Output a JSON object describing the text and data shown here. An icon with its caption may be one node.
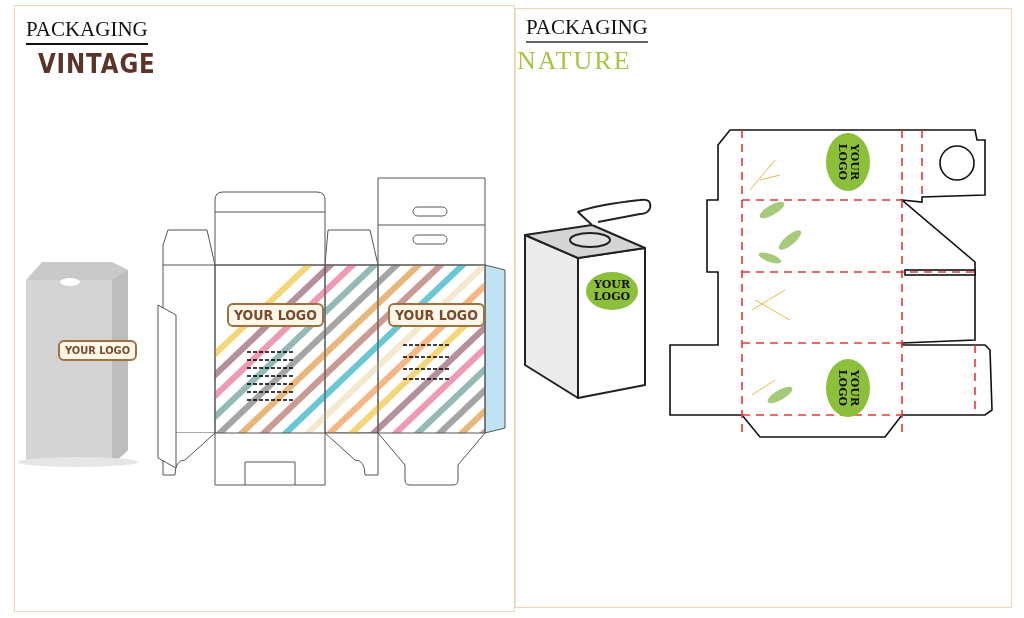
{
  "diagram": {
    "labels": [
      "PACKAGING",
      "VINTAGE",
      "YOUR LOGO",
      "YOUR LOGO",
      "YOUR LOGO",
      "PACKAGING",
      "NATURE",
      "YOUR LOGO",
      "YOUR LOGO",
      "YOUR LOGO"
    ]
  }
}
